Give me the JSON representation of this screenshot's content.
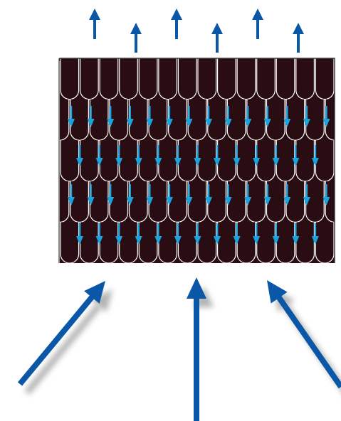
{
  "diagram": {
    "colors": {
      "background": "#ffffff",
      "shingle_fill": "#2a0d12",
      "shingle_outline": "#ffffff",
      "frame_border": "#3a3a3a",
      "large_arrow": "#0a57a8",
      "small_arrow": "#1aa3dc",
      "shadow": "#9a9a9a"
    },
    "shingle_grid": {
      "rows": 5,
      "columns": 14
    },
    "top_arrow_count": 6,
    "inner_arrow_rows": 4,
    "bottom_arrow_count": 3
  }
}
